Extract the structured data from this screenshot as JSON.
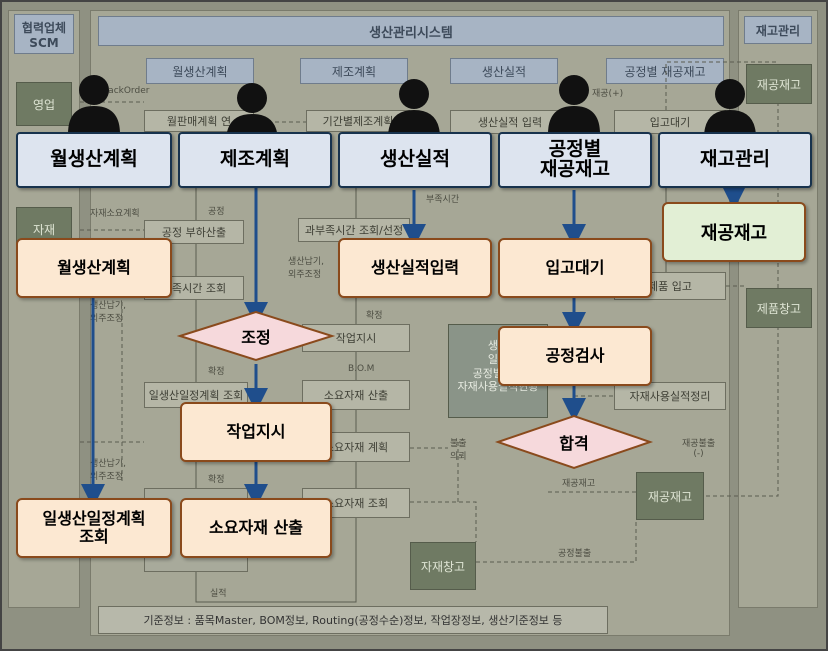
{
  "background": {
    "partner_lane": {
      "title": "협력업체\nSCM",
      "box1": "영업",
      "box2": "자재"
    },
    "system_title": "생산관리시스템",
    "inventory_lane": {
      "title": "재고관리",
      "box1": "재공재고",
      "box2": "제품창고"
    },
    "column_heads": [
      "월생산계획",
      "제조계획",
      "생산실적",
      "공정별 재공재고"
    ],
    "boxes": {
      "monthly_sales_plan": "월판매계획 연",
      "process_load": "공정 부하산출",
      "lack_time": "부족시간 조회",
      "daily_plan": "일생산일정계획 조회",
      "period_plan": "기간별제조계획",
      "over_time": "과부족시간 조회/선정",
      "work_order": "작업지시",
      "material_calc": "소요자재 산출",
      "material_plan": "소요자재 계획",
      "material_check": "소요자재 조회",
      "result_input": "생산실적 입력",
      "in_wait": "입고대기",
      "product_in": "제품 입고",
      "material_usage": "자재사용실적정리",
      "wip_stock": "재공재고",
      "material_warehouse": "자재창고",
      "mid_status": "생산\n일자\n공정별재공\n자재사용실적현황"
    },
    "small_labels": {
      "backorder": "BackOrder",
      "process": "공정",
      "confirm1": "확정",
      "confirm2": "확정",
      "confirm3": "확정",
      "bom": "B.O.M",
      "delivery1": "생산납기,\n외주조정",
      "delivery2": "생산납기,\n외주조정",
      "delivery3": "생산납기,\n외주조정",
      "material_plan_small": "자재소요계획",
      "supply_req": "불출\n의뢰",
      "wip_out": "재공불출\n(-)",
      "wip_in": "재공(+)",
      "process_out": "공정불출",
      "wip_stock_small": "재공재고",
      "result": "실적",
      "shortage": "부족시간"
    },
    "footer": "기준정보 : 품목Master, BOM정보, Routing(공정수순)정보, 작업장정보, 생산기준정보 등"
  },
  "roles": [
    {
      "label": "월생산계획"
    },
    {
      "label": "제조계획"
    },
    {
      "label": "생산실적"
    },
    {
      "label": "공정별\n재공재고"
    },
    {
      "label": "재고관리"
    }
  ],
  "steps": {
    "monthly_plan": "월생산계획",
    "adjust": "조정",
    "work_instruction": "작업지시",
    "material_calc": "소요자재 산출",
    "daily_schedule": "일생산일정계획\n조회",
    "result_entry": "생산실적입력",
    "in_wait": "입고대기",
    "process_inspection": "공정검사",
    "pass": "합격",
    "wip_stock": "재공재고"
  },
  "colors": {
    "header_fill": "#dde4ef",
    "header_border": "#17324d",
    "step_fill": "#fce8d2",
    "step_border": "#8a4a1c",
    "diamond_fill": "#f6d9dc",
    "green_fill": "#e2efd5",
    "arrow": "#1f4e8c"
  },
  "icons": [
    "person-icon"
  ]
}
